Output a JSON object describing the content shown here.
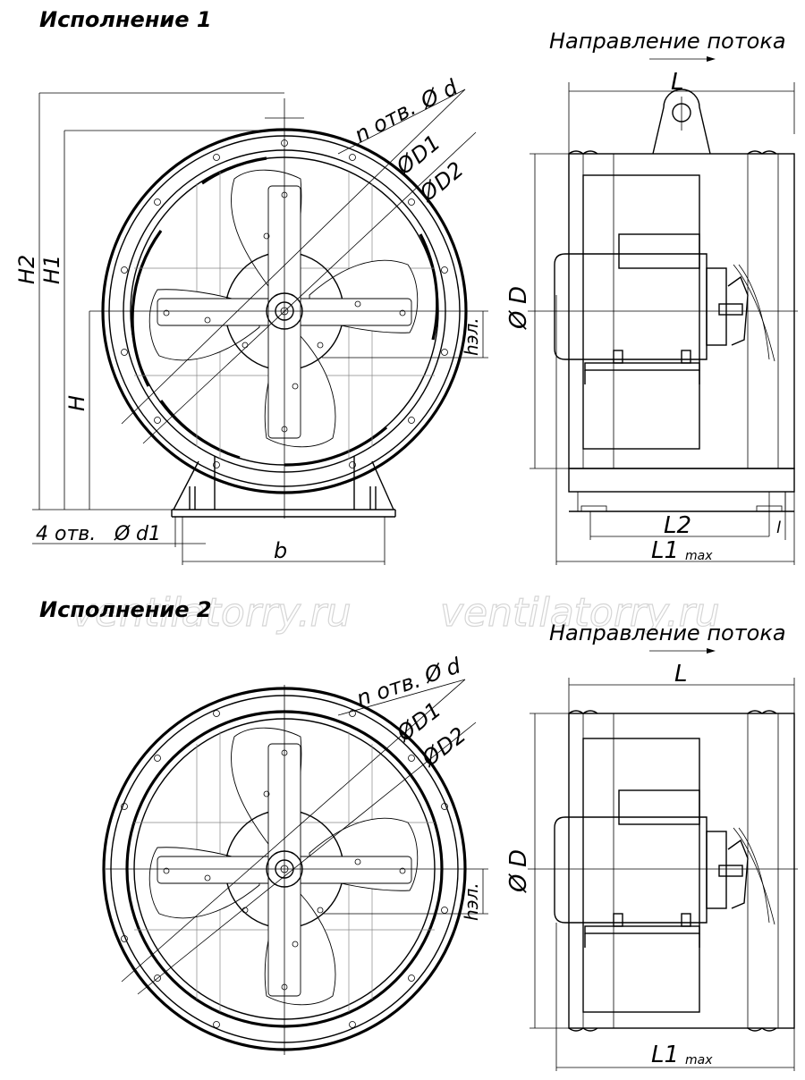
{
  "views": [
    {
      "title": "Исполнение 1",
      "flow_label": "Направление потока",
      "labels": {
        "holes": "n отв.",
        "hole_d": "d",
        "D1": "D1",
        "D2": "D2",
        "H2": "H2",
        "H1": "H1",
        "H": "H",
        "hel": "hэл.",
        "base_holes": "4 отв.",
        "base_d1": "d1",
        "b": "b",
        "L": "L",
        "D": "D",
        "L2": "L2",
        "l": "l",
        "L1": "L1",
        "L1_sub": "max"
      }
    },
    {
      "title": "Исполнение 2",
      "flow_label": "Направление потока",
      "labels": {
        "holes": "n отв.",
        "hole_d": "d",
        "D1": "D1",
        "D2": "D2",
        "hel": "hэл.",
        "L": "L",
        "D": "D",
        "L1": "L1",
        "L1_sub": "max"
      }
    }
  ],
  "diameter_symbol": "Ø",
  "watermarks": [
    "ventilatorry.ru",
    "ventilatorry.ru"
  ]
}
